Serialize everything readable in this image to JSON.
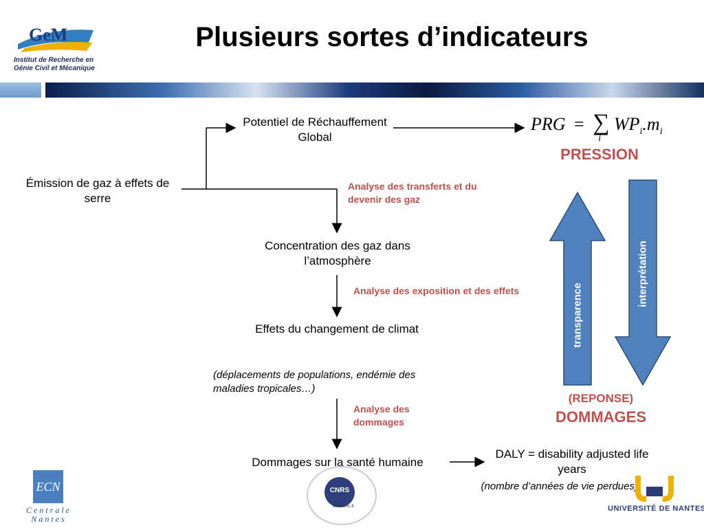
{
  "header": {
    "title": "Plusieurs sortes d’indicateurs",
    "logo_gem": "GeM",
    "logo_line1": "Institut de Recherche en",
    "logo_line2": "Génie Civil et Mécanique"
  },
  "nodes": {
    "emission": "Émission de gaz à effets de serre",
    "prg": "Potentiel de Réchauffement Global",
    "concentration": "Concentration des gaz dans l’atmosphère",
    "effets": "Effets du changement de climat",
    "effets_note": "(déplacements de populations, endémie des maladies tropicales…)",
    "dommages_sante": "Dommages sur la santé humaine",
    "daly": "DALY = disability adjusted life years",
    "daly_note": "(nombre d’années de vie perdues)"
  },
  "notes": {
    "transferts": "Analyse des transferts et du devenir des gaz",
    "exposition": "Analyse des exposition et des effets",
    "dommages": "Analyse des dommages"
  },
  "formula": {
    "lhs": "PRG",
    "eq": "=",
    "sigma": "∑",
    "sub": "i",
    "wp": "WP",
    "wp_sub": "i",
    "dot": ".",
    "m": "m",
    "m_sub": "i"
  },
  "right": {
    "pression": "PRESSION",
    "reponse": "(REPONSE)",
    "dommages": "DOMMAGES",
    "transparence": "transparence",
    "interpretation": "interprétation"
  },
  "logos": {
    "ecn": "ECN",
    "centrale": "Centrale",
    "nantes": "Nantes",
    "cnrs": "CNRS",
    "cnrs_url": "www.cnrs.fr",
    "univ": "UNIVERSITÉ DE NANTES"
  },
  "colors": {
    "accent_red": "#c0504d",
    "arrow_blue": "#4f81bd",
    "arrow_border": "#2c4d75"
  }
}
